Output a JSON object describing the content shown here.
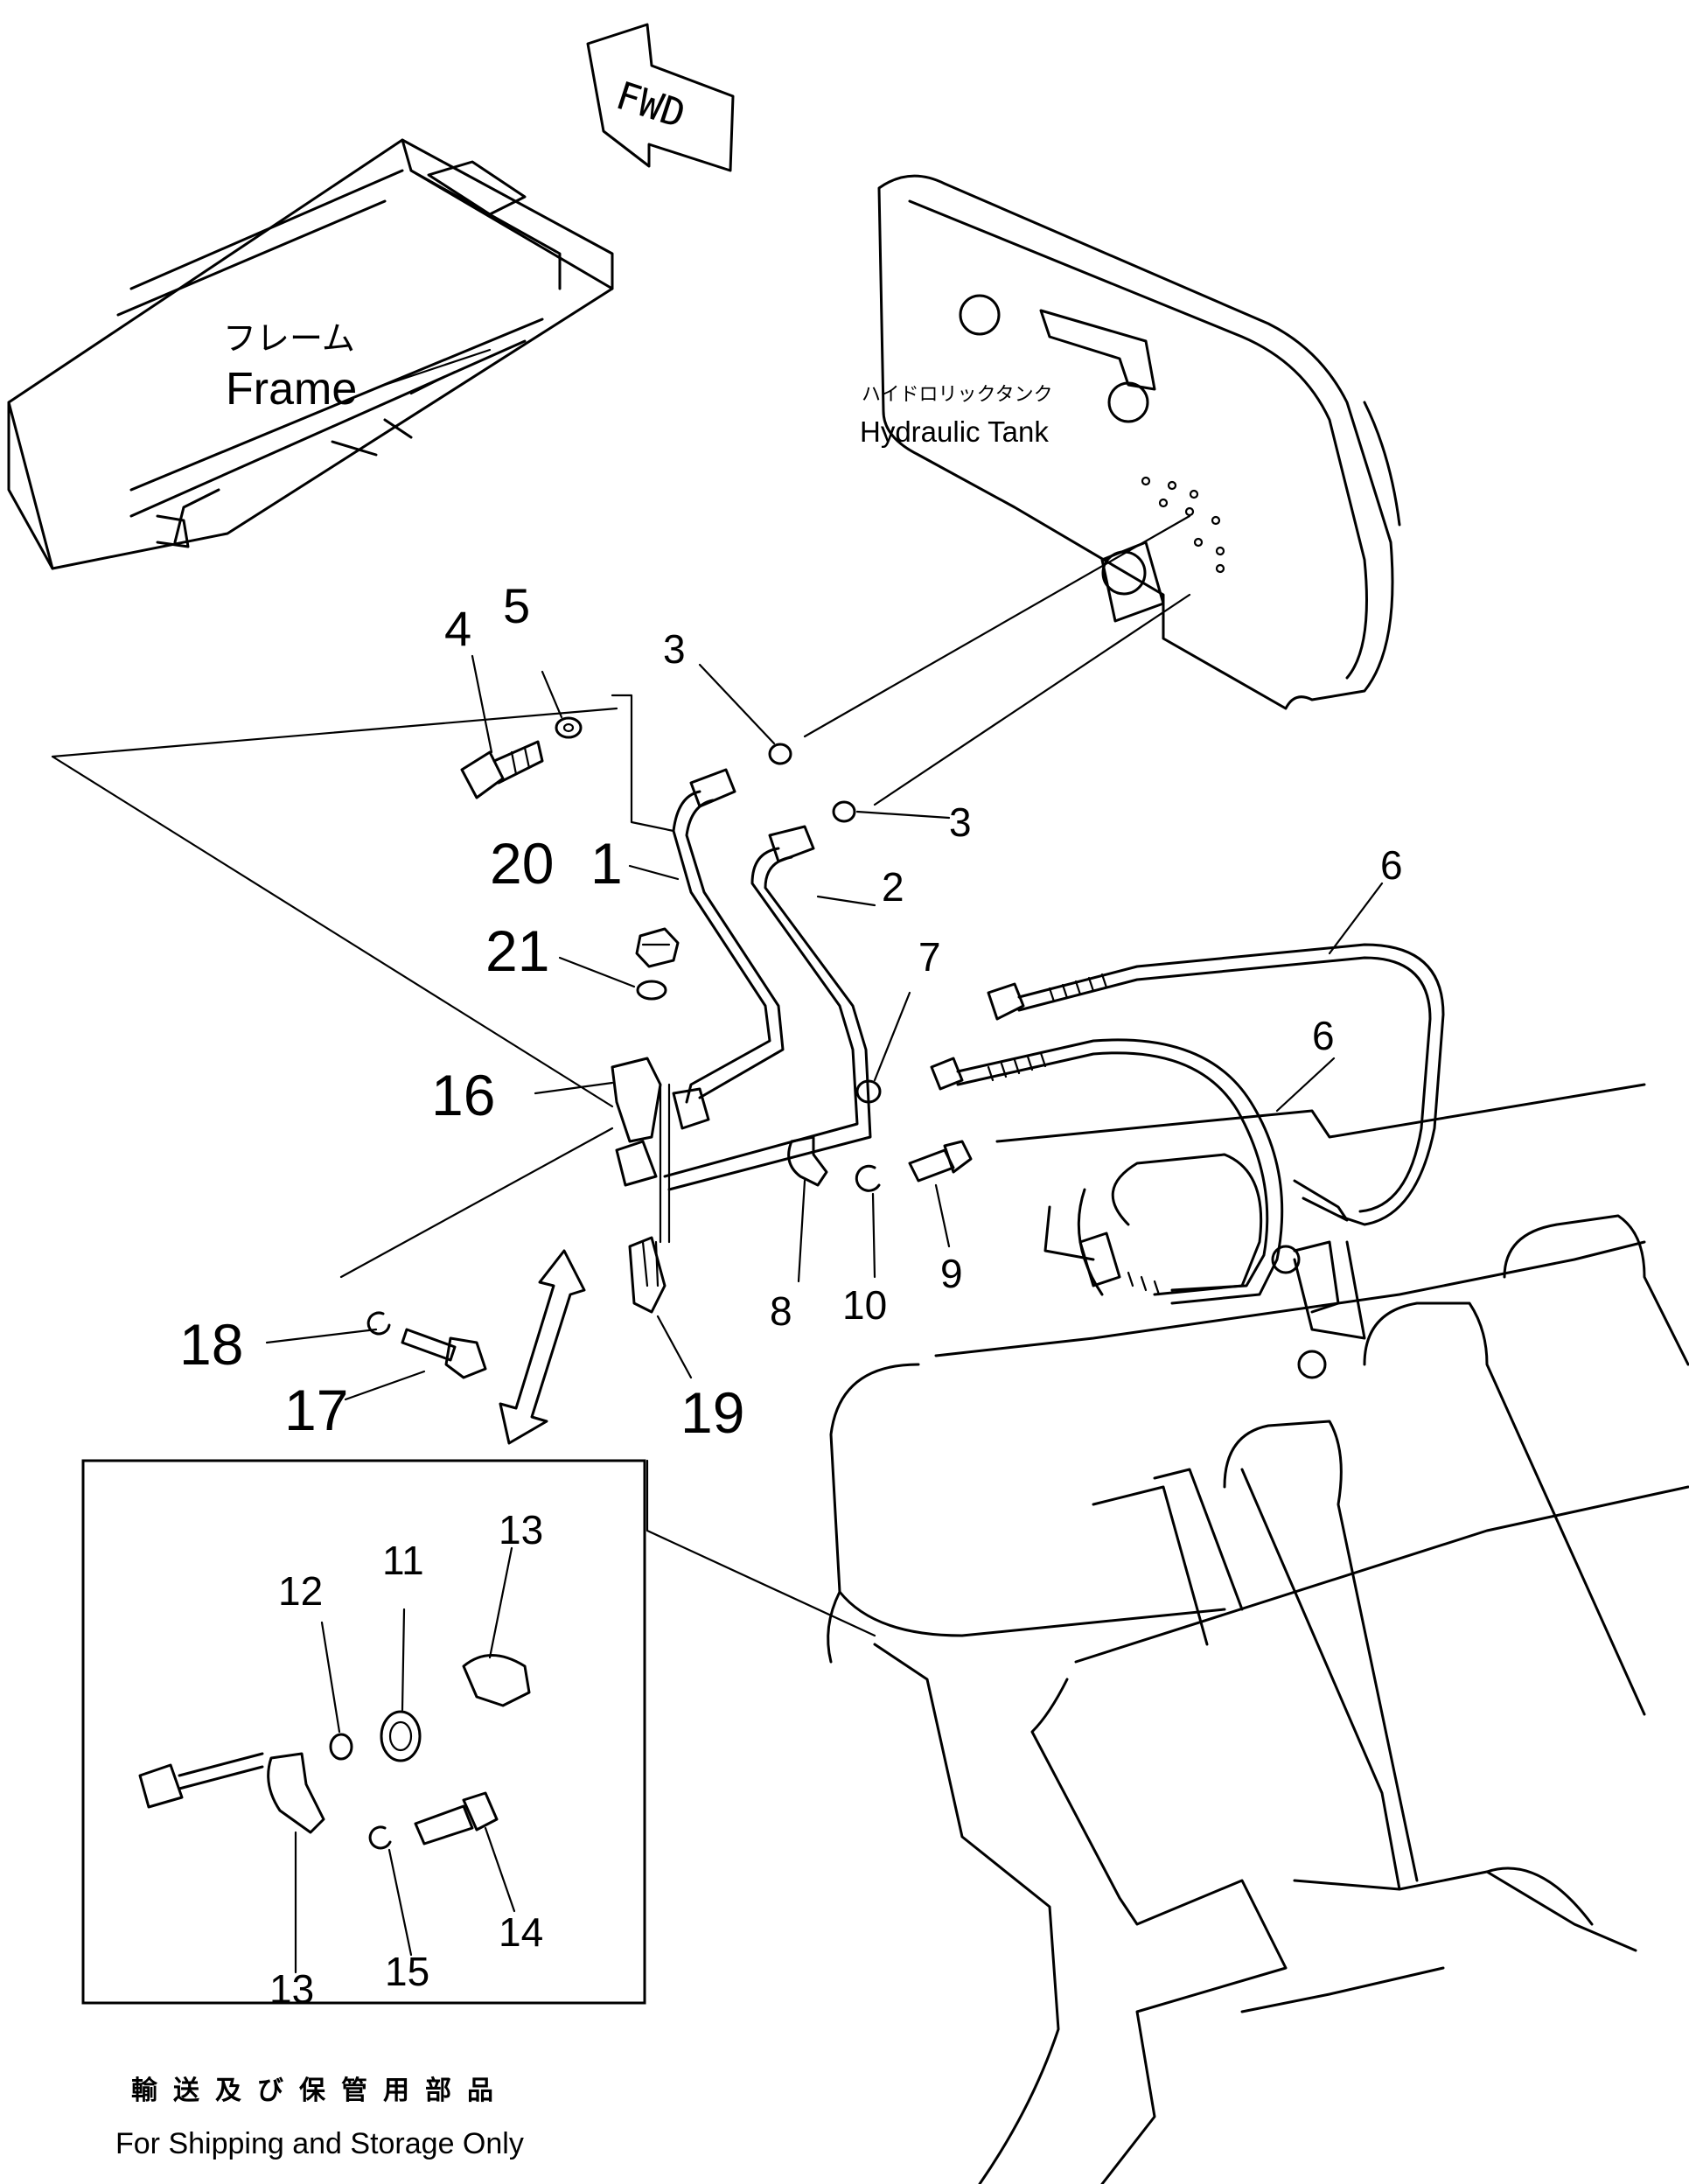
{
  "fwd_label": "FWD",
  "frame": {
    "jp": "フレーム",
    "en": "Frame"
  },
  "tank": {
    "jp": "ハイドロリックタンク",
    "en": "Hydraulic Tank"
  },
  "callouts": {
    "n1": "1",
    "n2": "2",
    "n3a": "3",
    "n3b": "3",
    "n4": "4",
    "n5": "5",
    "n6a": "6",
    "n6b": "6",
    "n7": "7",
    "n8": "8",
    "n9": "9",
    "n10": "10",
    "n16": "16",
    "n17": "17",
    "n18": "18",
    "n19": "19",
    "n20": "20",
    "n21": "21"
  },
  "inset": {
    "n11": "11",
    "n12": "12",
    "n13a": "13",
    "n13b": "13",
    "n14": "14",
    "n15": "15",
    "caption_jp": "輸送及び保管用部品",
    "caption_en": "For Shipping and Storage Only"
  }
}
